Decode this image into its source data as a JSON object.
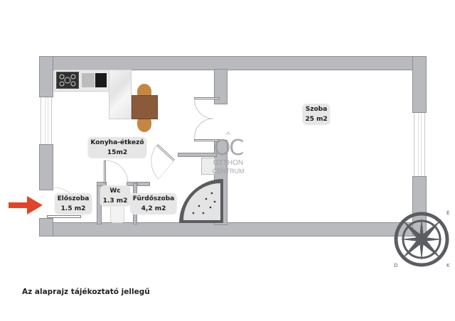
{
  "floorplan": {
    "rooms": [
      {
        "id": "konyha",
        "name": "Konyha-étkező",
        "area": "15m2"
      },
      {
        "id": "eloszoba",
        "name": "Előszoba",
        "area": "1.5 m2"
      },
      {
        "id": "wc",
        "name": "Wc",
        "area": "1.3 m2"
      },
      {
        "id": "furdo",
        "name": "Fürdőszoba",
        "area": "4,2 m2"
      },
      {
        "id": "szoba",
        "name": "Szoba",
        "area": "25 m2"
      }
    ],
    "entrance_arrow": {
      "icon": "entrance-arrow-icon",
      "color": "#e0452b"
    },
    "wall_color": "#b9babd",
    "label_bg": "#e6e6e6"
  },
  "watermark": {
    "logo": "OC",
    "line1": "OTTHON",
    "line2": "CENTRUM"
  },
  "compass": {
    "icon": "compass-rose-icon",
    "letters": {
      "north": "É",
      "west": "D",
      "south": "K"
    }
  },
  "footer": {
    "note": "Az alaprajz tájékoztató jellegű"
  }
}
